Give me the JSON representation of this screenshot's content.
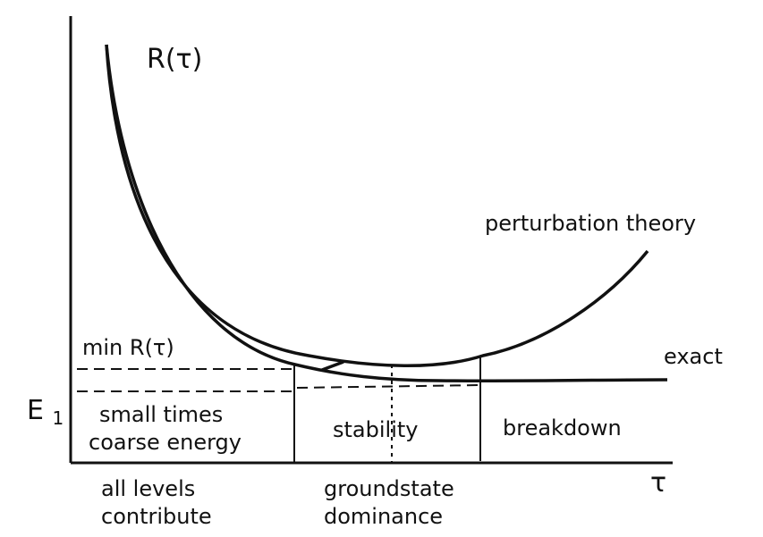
{
  "labels": {
    "r_tau": "R(τ)",
    "perturbation_theory": "perturbation theory",
    "exact": "exact",
    "min_r_tau": "min R(τ)",
    "e1": "E",
    "e1_sub": "1",
    "tau": "τ"
  },
  "regions": {
    "small_times_line1": "small times",
    "small_times_line2": "coarse energy",
    "stability": "stability",
    "breakdown": "breakdown"
  },
  "below_axis": {
    "all_levels_line1": "all levels",
    "all_levels_line2": "contribute",
    "groundstate_line1": "groundstate",
    "groundstate_line2": "dominance"
  }
}
